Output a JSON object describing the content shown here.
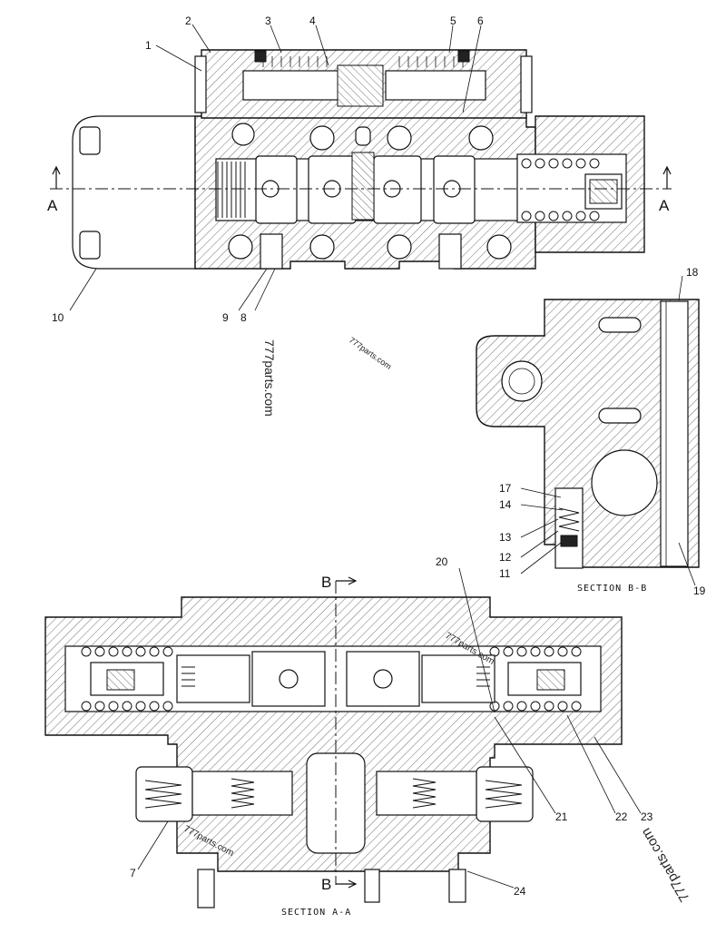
{
  "drawing": {
    "callouts": [
      "1",
      "2",
      "3",
      "4",
      "5",
      "6",
      "7",
      "8",
      "9",
      "10",
      "11",
      "12",
      "13",
      "14",
      "17",
      "18",
      "19",
      "20",
      "21",
      "22",
      "23",
      "24"
    ],
    "section_labels": {
      "a_a": "SECTION A-A",
      "b_b": "SECTION B-B"
    },
    "section_markers": {
      "a": "A",
      "b": "B"
    },
    "watermarks": [
      "777parts.com",
      "777parts.com",
      "777parts.com",
      "777parts.com",
      "777parts.com"
    ]
  }
}
